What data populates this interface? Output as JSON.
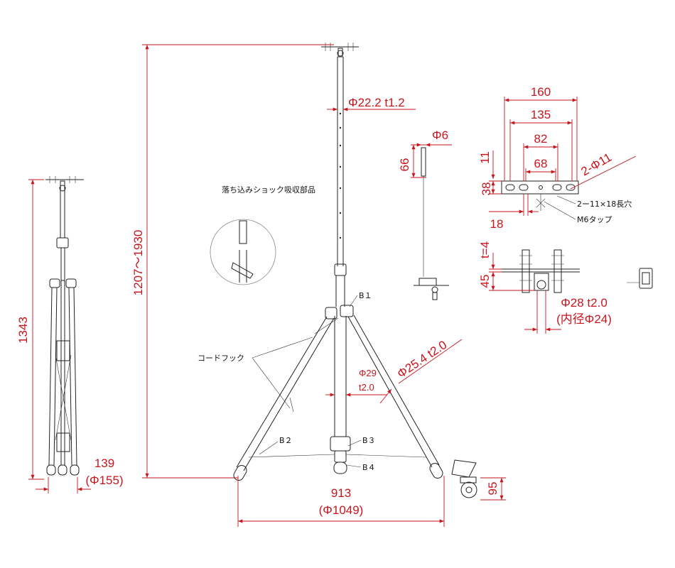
{
  "dimensions": {
    "left_height": "1343",
    "left_width": "139",
    "left_width_dia": "(Φ155)",
    "main_height": "1207〜1930",
    "top_pipe": "Φ22.2 t1.2",
    "hook_dia": "Φ6",
    "hook_len": "66",
    "leg_pipe": "Φ25.4 t2.0",
    "mid_pipe_1": "Φ29",
    "mid_pipe_2": "t2.0",
    "base_width": "913",
    "base_width_dia": "(Φ1049)",
    "caster_height": "95",
    "plate_160": "160",
    "plate_135": "135",
    "plate_82": "82",
    "plate_68": "68",
    "plate_11": "11",
    "plate_38": "38",
    "plate_18": "18",
    "plate_holes": "2-Φ11",
    "bracket_t": "t=4",
    "bracket_45": "45",
    "bracket_pipe": "Φ28 t2.0",
    "bracket_inner": "(内径Φ24)"
  },
  "notes": {
    "shock": "落ち込みショック吸収部品",
    "cord_hook": "コードフック",
    "b1": "B１",
    "b2": "B２",
    "b3": "B３",
    "b4": "B４",
    "slot": "2ー11×18長穴",
    "tap": "M6タップ"
  },
  "colors": {
    "dimension": "#c8161d",
    "drawing": "#222222"
  }
}
